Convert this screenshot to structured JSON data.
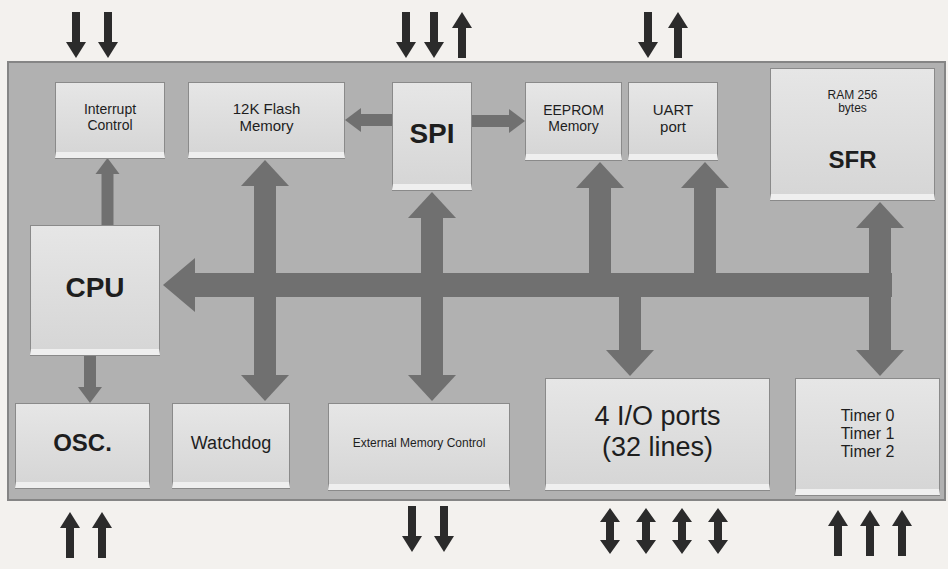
{
  "diagram": {
    "nodes": [
      {
        "text": [
          "Interrupt Control"
        ]
      },
      {
        "text": [
          "12K Flash Memory"
        ]
      },
      {
        "text": [
          "SPI"
        ]
      },
      {
        "text": [
          "EEPROM Memory"
        ]
      },
      {
        "text": [
          "UART port"
        ]
      },
      {
        "text": [
          "RAM 256 bytes",
          "SFR"
        ]
      },
      {
        "text": [
          "CPU"
        ]
      },
      {
        "text": [
          "OSC."
        ]
      },
      {
        "text": [
          "Watchdog"
        ]
      },
      {
        "text": [
          "External Memory Control"
        ]
      },
      {
        "text": [
          "4 I/O ports (32 lines)"
        ]
      },
      {
        "text": [
          "Timer 0",
          "Timer 1",
          "Timer 2"
        ]
      }
    ],
    "edges": [
      {
        "from": 2,
        "to": 1,
        "arrow": "to"
      },
      {
        "from": 2,
        "to": 3,
        "arrow": "to"
      },
      {
        "from": 6,
        "to": 0,
        "arrow": "to"
      },
      {
        "from": 6,
        "to": 7,
        "arrow": "to"
      }
    ]
  }
}
